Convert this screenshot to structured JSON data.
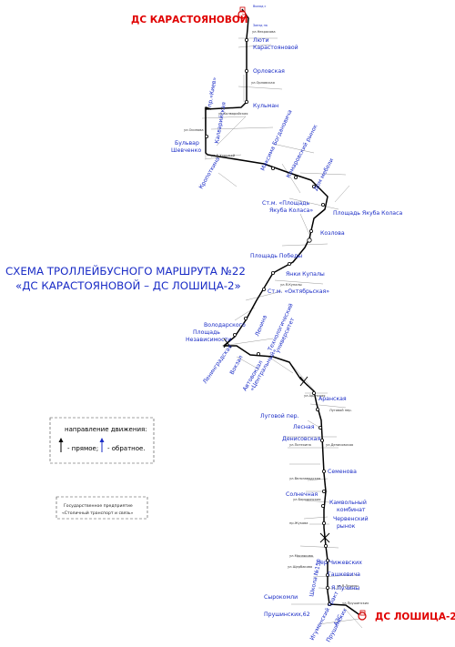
{
  "title": {
    "line1": "СХЕМА ТРОЛЛЕЙБУСНОГО МАРШРУТА №22",
    "line2": "«ДС КАРАСТОЯНОВОЙ – ДС ЛОШИЦА-2»"
  },
  "terminals": {
    "start": "ДС КАРАСТОЯНОВОЙ",
    "end": "ДС ЛОШИЦА-2"
  },
  "legend": {
    "heading": "направление движения:",
    "forward": "- прямое;",
    "reverse": "- обратное."
  },
  "organization": {
    "line1": "Государственное предприятие",
    "line2": "«Столичный транспорт и связь»"
  },
  "colors": {
    "route": "#000000",
    "stop_label": "#1a2cc6",
    "terminal": "#e00000",
    "streets": "#888888"
  },
  "stops": {
    "karastoyanovoy_upper1": "Выход с",
    "karastoyanovoy_upper2": "Заезд на",
    "lyuti1": "Люти",
    "lyuti2": "Карастояновой",
    "orlovskaya": "Орловская",
    "kulman": "Кульман",
    "pr_kieva": "пр.«Киев»",
    "kalvariyskaya": "Калварийская",
    "bulvar1": "Бульвар",
    "bulvar2": "Шевченко",
    "kropotkina": "Кропоткина",
    "maksima": "Максима Богдановича",
    "komarovsky": "Комаровский рынок",
    "dom_mebeli": "Дом мебели",
    "pl_kolasa_metro1": "Ст.м. «Площадь",
    "pl_kolasa_metro2": "Якуба Коласа»",
    "pl_kolasa": "Площадь Якуба Коласа",
    "kozlova": "Козлова",
    "pl_pobedy": "Площадь Победы",
    "yanki_kupaly": "Янки Купалы",
    "oktyabrskaya": "Ст.м. «Октябрьская»",
    "volodarskogo": "Володарского",
    "pl_nezav1": "Площадь",
    "pl_nezav2": "Независимости",
    "lenina": "Ленина",
    "tekhnologichesky1": "Технологический",
    "tekhnologichesky2": "университет",
    "leningradskaya": "Ленинградская",
    "vokzal": "Вокзал",
    "avtovokzal1": "Автовокзал",
    "avtovokzal2": "«Центральный»",
    "aranskaya": "Аранская",
    "lugovoy": "Луговой пер.",
    "lesnaya": "Лесная",
    "denisovskaya": "Денисовская",
    "semenova": "Семенова",
    "solnechnaya": "Солнечная",
    "kamvolny1": "Камвольный",
    "kamvolny2": "комбинат",
    "chervensky1": "Червенский",
    "chervensky2": "рынок",
    "chizhevskikh": "пер.Чижевских",
    "gashkevicha": "Гашкевича",
    "ya_luchiny": "Я.Лучины",
    "shkola": "Школа №150",
    "syrokomli": "Сырокомли",
    "prushinskikh62": "Прушинских,62",
    "igumensky": "Игуменский тракт",
    "azs": "АЗС",
    "prushinskikh": "Прушинских"
  },
  "streets": {
    "nekrasova": "ул.Некрасова",
    "orlovskaya": "ул.Орловская",
    "kalvariyskaya_st": "ул.Калварийская",
    "oboleva": "ул.Осипова",
    "v_khoruzhey": "ул.В.Хоружей",
    "kupaly": "ул.Я.Купалы",
    "aranskaya": "ул.Аранская",
    "lugovoy": "Луговой пер.",
    "potemkina": "ул.Потехина",
    "denisovskaya": "ул.Денисовская",
    "velozavodskaya": "ул.Велозаводская",
    "borodinskaya": "ул.Бородинская",
    "zhukova": "пр.Жукова",
    "maslennikova": "ул.Маслякова",
    "shcherbakova": "ул.Щербакова",
    "ya_luchiny": "ул.Я.Лучины",
    "prushinskikh": "ул.Прушинских"
  }
}
